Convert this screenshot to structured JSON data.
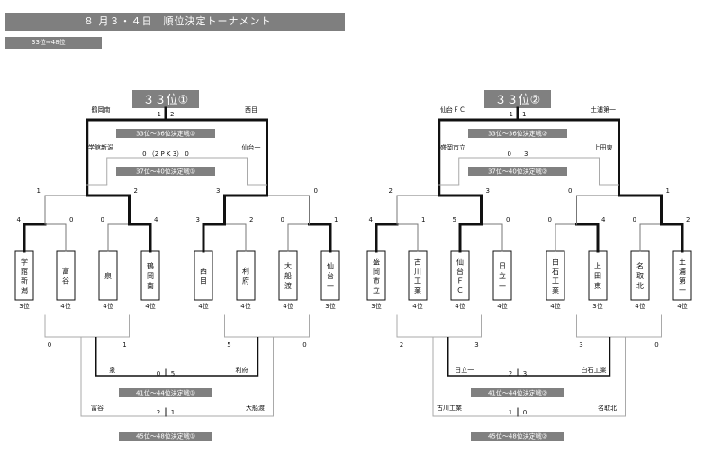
{
  "header": {
    "title": "８ 月３・４日　順位決定トーナメント",
    "subtitle": "33位⇒48位"
  },
  "brackets": [
    {
      "title": "３３位①",
      "final_label": "33位～36位決定戦①",
      "third_label": "37位～40位決定戦①",
      "loser_semi_label": "41位～44位決定戦①",
      "loser_final_label": "45位～48位決定戦①",
      "top_left_name": "鶴岡南",
      "top_right_name": "西目",
      "top_left_score": "1",
      "top_right_score": "2",
      "third_left_name": "学館新潟",
      "third_right_name": "仙台一",
      "third_score_text": "0 （2 P K 3） 0",
      "semi_scores": [
        "1",
        "2",
        "3",
        "0"
      ],
      "r1_scores": [
        "4",
        "0",
        "0",
        "4",
        "3",
        "2",
        "0",
        "1"
      ],
      "teams": [
        "学館新潟",
        "富谷",
        "泉",
        "鶴岡南",
        "西目",
        "利府",
        "大船渡",
        "仙台一"
      ],
      "ranks": [
        "3位",
        "4位",
        "4位",
        "4位",
        "4位",
        "4位",
        "4位",
        "3位"
      ],
      "loser_r1_scores": [
        "0",
        "1",
        "5",
        "0"
      ],
      "loser_semi_left_name": "泉",
      "loser_semi_right_name": "利府",
      "loser_semi_left_score": "0",
      "loser_semi_right_score": "5",
      "loser_final_left_name": "富谷",
      "loser_final_right_name": "大船渡",
      "loser_final_left_score": "2",
      "loser_final_right_score": "1"
    },
    {
      "title": "３３位②",
      "final_label": "33位～36位決定戦②",
      "third_label": "37位～40位決定戦②",
      "loser_semi_label": "41位～44位決定戦②",
      "loser_final_label": "45位～48位決定戦②",
      "top_left_name": "仙台ＦＣ",
      "top_right_name": "土浦第一",
      "top_left_score": "1",
      "top_right_score": "1",
      "third_left_name": "盛岡市立",
      "third_right_name": "上田東",
      "third_score_text": "0　　3",
      "semi_scores": [
        "2",
        "3",
        "0",
        "1"
      ],
      "r1_scores": [
        "4",
        "1",
        "5",
        "0",
        "0",
        "4",
        "0",
        "2"
      ],
      "teams": [
        "盛岡市立",
        "古川工業",
        "仙台ＦＣ",
        "日立一",
        "白石工業",
        "上田東",
        "名取北",
        "土浦第一"
      ],
      "ranks": [
        "3位",
        "4位",
        "4位",
        "4位",
        "4位",
        "3位",
        "4位",
        "4位"
      ],
      "loser_r1_scores": [
        "2",
        "3",
        "3",
        "0"
      ],
      "loser_semi_left_name": "日立一",
      "loser_semi_right_name": "白石工業",
      "loser_semi_left_score": "2",
      "loser_semi_right_score": "3",
      "loser_final_left_name": "古川工業",
      "loser_final_right_name": "名取北",
      "loser_final_left_score": "1",
      "loser_final_right_score": "0"
    }
  ]
}
